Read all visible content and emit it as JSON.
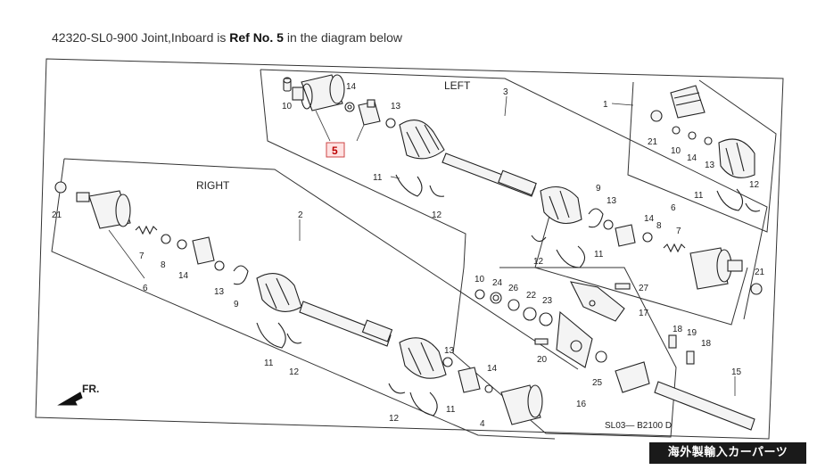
{
  "caption": {
    "prefix": "42320-SL0-900 Joint,Inboard is ",
    "ref": "Ref No. 5",
    "suffix": " in the diagram below"
  },
  "diagram": {
    "side_left": "LEFT",
    "side_right": "RIGHT",
    "front_arrow": "FR.",
    "code": "SL03— B2100 D",
    "highlight_label": "5",
    "labels": {
      "l10a": "10",
      "l14a": "14",
      "l13a": "13",
      "l3": "3",
      "l1": "1",
      "l21a": "21",
      "l10b": "10",
      "l14b": "14",
      "l13b": "13",
      "l11a": "11",
      "l12a": "12",
      "l11b": "11",
      "l12b": "12",
      "l9a": "9",
      "l13c": "13",
      "l14c": "14",
      "l8a": "8",
      "l7a": "7",
      "l6a": "6",
      "l12c": "12",
      "l11c": "11",
      "l21b": "21",
      "l10c": "10",
      "l24": "24",
      "l26": "26",
      "l22": "22",
      "l23": "23",
      "l27": "27",
      "l17": "17",
      "l20": "20",
      "l18a": "18",
      "l19": "19",
      "l18b": "18",
      "l16": "16",
      "l25": "25",
      "l15": "15",
      "l21c": "21",
      "l2": "2",
      "l7b": "7",
      "l8b": "8",
      "l14d": "14",
      "l13d": "13",
      "l9b": "9",
      "l6b": "6",
      "l11d": "11",
      "l12d": "12",
      "l13e": "13",
      "l14e": "14",
      "l12e": "12",
      "l11e": "11",
      "l4": "4"
    }
  },
  "watermark": "海外製輸入カーパーツ"
}
